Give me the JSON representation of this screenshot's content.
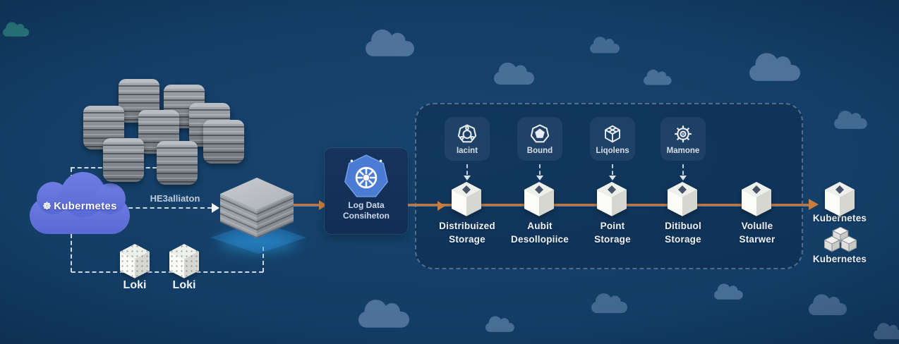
{
  "scene": {
    "source_cloud": {
      "label": "Kubermetes",
      "icon": "kubernetes-wheel-icon",
      "color": "#5f6fd8"
    },
    "link_label": "HE3alliaton",
    "loki_nodes": {
      "labels": [
        "Loki",
        "Loki"
      ]
    },
    "collector": {
      "line1": "Log Data",
      "line2": "Consiheton",
      "icon": "kubernetes-wheel-icon",
      "heptagon_color": "#4a7cd4"
    },
    "services": [
      {
        "label": "Iacint",
        "icon": "heptagon-network-icon"
      },
      {
        "label": "Bound",
        "icon": "heptagon-shield-icon"
      },
      {
        "label": "Liqolens",
        "icon": "cube-wireframe-icon"
      },
      {
        "label": "Mamone",
        "icon": "spiked-gear-icon"
      }
    ],
    "pipeline": [
      {
        "line1": "Distribuized",
        "line2": "Storage"
      },
      {
        "line1": "Aubit",
        "line2": "Desollopiice"
      },
      {
        "line1": "Point",
        "line2": "Storage"
      },
      {
        "line1": "Ditibuol",
        "line2": "Storage"
      },
      {
        "line1": "Volulle",
        "line2": "Starwer"
      },
      {
        "line1": "Kubernetes",
        "line2": ""
      }
    ],
    "destination": {
      "node_label": "Kubernetes",
      "cluster_label": "Kubernetes",
      "cluster_icon": "cube-cluster-icon"
    },
    "colors": {
      "background": "#123c64",
      "accent_line": "#c0763e",
      "cloud_decor": "#7e9dc7"
    }
  }
}
